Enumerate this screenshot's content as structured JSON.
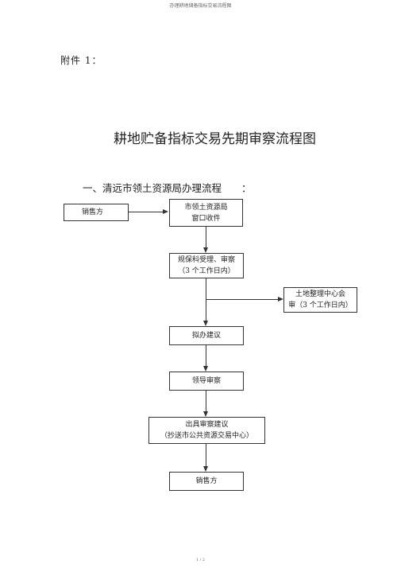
{
  "header": "办理耕地储备指标交易流程图",
  "attachment": "附件 1：",
  "title": "耕地贮备指标交易先期审察流程图",
  "section": "一、清远市领土资源局办理流程　　：",
  "flow": {
    "seller_top": "销售方",
    "office": [
      "市领土资源局",
      "窗口收件"
    ],
    "planning": [
      "规保科受理、审察",
      "（3 个工作日内）"
    ],
    "land_center": [
      "土地整理中心会",
      "审（3 个工作日内）"
    ],
    "draft": "拟办建议",
    "leader": "领导审察",
    "issue": [
      "出具审察建议",
      "（抄送市公共资源交易中心）"
    ],
    "seller_bottom": "销售方"
  },
  "footer": "1 / 2"
}
